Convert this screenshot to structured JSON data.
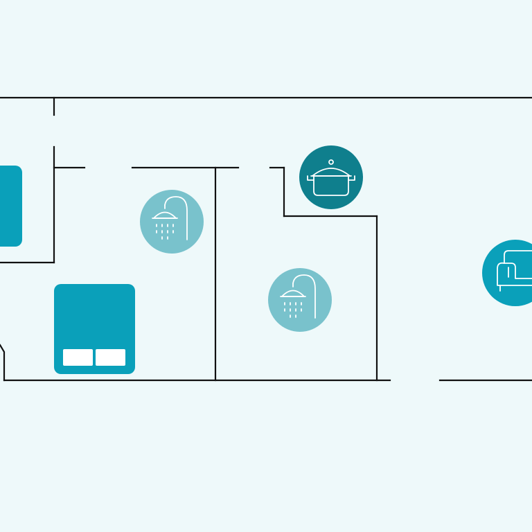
{
  "colors": {
    "background": "#eef9fa",
    "wall": "#111111",
    "furniture": "#0aa0ba",
    "furniture_light": "#ffffff",
    "bathroom_icon_bg": "#79c2cc",
    "kitchen_icon_bg": "#0f7f8d",
    "living_icon_bg": "#0aa0ba",
    "icon_stroke": "#ffffff"
  },
  "rooms": [
    {
      "id": "bedroom",
      "icon": "bed-icon"
    },
    {
      "id": "bathroom-1",
      "icon": "shower-icon"
    },
    {
      "id": "bathroom-2",
      "icon": "shower-icon"
    },
    {
      "id": "kitchen",
      "icon": "cooking-pot-icon"
    },
    {
      "id": "living-room",
      "icon": "sofa-icon"
    }
  ]
}
